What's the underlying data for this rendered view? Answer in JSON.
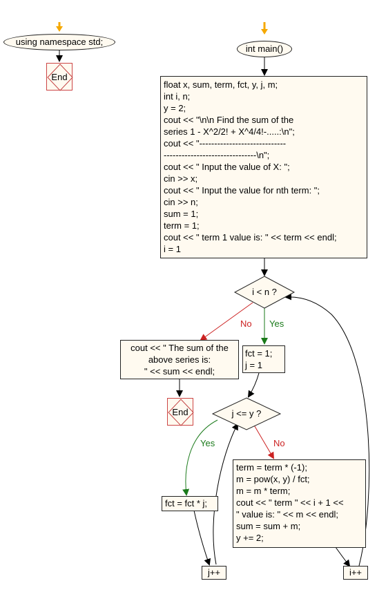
{
  "start1": {
    "label": "using namespace std;"
  },
  "start2": {
    "label": "int main()"
  },
  "end_labels": [
    "End",
    "End"
  ],
  "init_block": {
    "lines": [
      "float x, sum, term, fct, y, j, m;",
      "int i, n;",
      "y = 2;",
      "cout << \"\\n\\n Find the sum of the",
      "series 1 - X^2/2! + X^4/4!-.....:\\n\";",
      "cout << \"-----------------------------",
      "-------------------------------\\n\";",
      "cout << \" Input the value of X: \";",
      "cin >> x;",
      "cout << \" Input the value for nth term: \";",
      "cin >> n;",
      "sum = 1;",
      "term = 1;",
      "cout << \" term 1 value is: \" << term << endl;",
      "i = 1"
    ]
  },
  "cond1": {
    "label": "i < n ?"
  },
  "cond2": {
    "label": "j <= y ?"
  },
  "edge_labels": {
    "no1": "No",
    "yes1": "Yes",
    "yes2": "Yes",
    "no2": "No"
  },
  "output_block": {
    "lines": [
      "cout << \" The sum of the",
      "above series is:",
      "\" << sum << endl;"
    ]
  },
  "fct_block": {
    "lines": [
      "fct = 1;",
      "j = 1"
    ]
  },
  "fct_mul": {
    "lines": [
      "fct = fct * j;"
    ]
  },
  "term_block": {
    "lines": [
      "term = term * (-1);",
      "m = pow(x, y) / fct;",
      "m = m * term;",
      "cout << \" term \" << i + 1 <<",
      "\" value is: \" << m << endl;",
      "sum = sum + m;",
      "y += 2;"
    ]
  },
  "jpp": {
    "label": "j++"
  },
  "ipp": {
    "label": "i++"
  },
  "colors": {
    "start_arrow": "#f5a800",
    "yes": "#1a7a1a",
    "no": "#cc2222",
    "line": "#000000",
    "box_fill": "#fffaf0",
    "end_border": "#c44444"
  }
}
